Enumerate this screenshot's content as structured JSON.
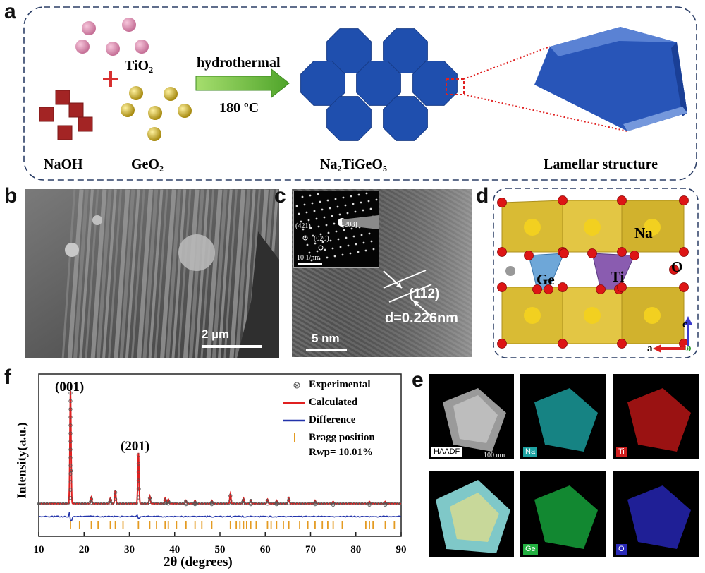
{
  "panels": {
    "a": "a",
    "b": "b",
    "c": "c",
    "d": "d",
    "e": "e",
    "f": "f"
  },
  "schematic": {
    "tio2": "TiO₂",
    "naoh": "NaOH",
    "geo2": "GeO₂",
    "arrow_top": "hydrothermal",
    "arrow_bottom": "180 ºC",
    "product": "Na₂TiGeO₅",
    "structure": "Lamellar structure"
  },
  "sem": {
    "scale_bar": "2 µm"
  },
  "tem": {
    "scale_bar": "5 nm",
    "plane": "(112)",
    "dspacing": "d=0.226nm",
    "saed_421": "(421)",
    "saed_020": "(020)",
    "saed_axis": "[20̄8]",
    "saed_scale": "10 1/nm"
  },
  "crystal": {
    "na": "Na",
    "o": "O",
    "ge": "Ge",
    "ti": "Ti",
    "axis_c": "c",
    "axis_a": "a",
    "axis_b": "b"
  },
  "eds": {
    "haadf": "HAADF",
    "scale": "100 nm",
    "na": "Na",
    "ti": "Ti",
    "ge": "Ge",
    "o": "O"
  },
  "chart_data": {
    "type": "line",
    "xlabel": "2θ (degrees)",
    "ylabel": "Intensity(a.u.)",
    "xlim": [
      10,
      90
    ],
    "xticks": [
      10,
      20,
      30,
      40,
      50,
      60,
      70,
      80,
      90
    ],
    "peak_labels": [
      {
        "x": 17.0,
        "text": "(001)"
      },
      {
        "x": 32.0,
        "text": "(201)"
      }
    ],
    "legend": {
      "experimental": "Experimental",
      "calculated": "Calculated",
      "difference": "Difference",
      "bragg": "Bragg position",
      "rwp": "Rwp= 10.01%"
    },
    "peaks": [
      {
        "x": 17.0,
        "h": 1.0
      },
      {
        "x": 21.6,
        "h": 0.06
      },
      {
        "x": 25.8,
        "h": 0.05
      },
      {
        "x": 26.9,
        "h": 0.12
      },
      {
        "x": 32.0,
        "h": 0.45
      },
      {
        "x": 34.5,
        "h": 0.07
      },
      {
        "x": 37.9,
        "h": 0.05
      },
      {
        "x": 38.6,
        "h": 0.04
      },
      {
        "x": 42.5,
        "h": 0.03
      },
      {
        "x": 44.5,
        "h": 0.03
      },
      {
        "x": 48.2,
        "h": 0.03
      },
      {
        "x": 52.3,
        "h": 0.09
      },
      {
        "x": 55.2,
        "h": 0.05
      },
      {
        "x": 56.8,
        "h": 0.03
      },
      {
        "x": 60.5,
        "h": 0.04
      },
      {
        "x": 62.5,
        "h": 0.03
      },
      {
        "x": 65.2,
        "h": 0.05
      },
      {
        "x": 71.0,
        "h": 0.03
      },
      {
        "x": 75.0,
        "h": 0.02
      },
      {
        "x": 83.0,
        "h": 0.02
      },
      {
        "x": 86.5,
        "h": 0.02
      }
    ],
    "bragg": [
      17.0,
      19.0,
      21.6,
      23.1,
      25.8,
      26.9,
      28.6,
      32.0,
      34.5,
      36.0,
      37.9,
      38.6,
      40.4,
      42.5,
      44.5,
      46.0,
      48.2,
      52.3,
      53.6,
      54.4,
      55.2,
      55.9,
      56.8,
      58.0,
      60.5,
      61.3,
      62.5,
      64.0,
      65.2,
      67.6,
      69.4,
      71.0,
      72.6,
      73.8,
      75.0,
      77.0,
      82.2,
      83.0,
      83.8,
      86.5,
      88.5
    ]
  },
  "colors": {
    "frame": "#2c3f67",
    "calc": "#e02020",
    "diff": "#2233aa",
    "bragg": "#e49b22",
    "blue_oct": "#1f4fae",
    "arrow": "#6fbf3a"
  }
}
